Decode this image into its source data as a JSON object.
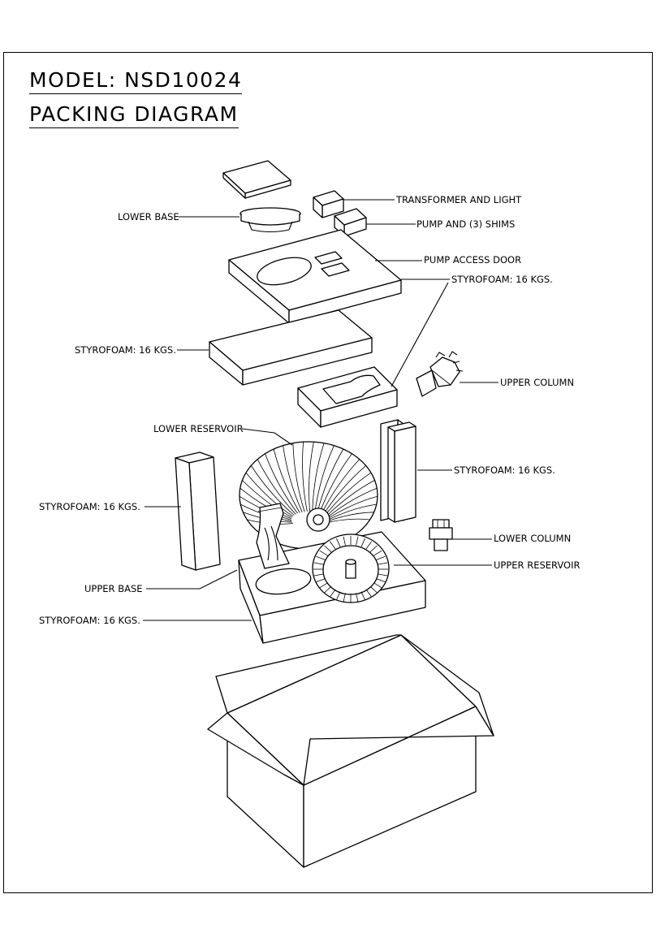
{
  "title": {
    "model": "MODEL: NSD10024",
    "subtitle": "PACKING DIAGRAM"
  },
  "labels": {
    "transformer_and_light": "TRANSFORMER AND LIGHT",
    "pump_and_shims": "PUMP AND (3) SHIMS",
    "lower_base": "LOWER BASE",
    "pump_access_door": "PUMP ACCESS DOOR",
    "styrofoam_top": "STYROFOAM: 16 KGS.",
    "styrofoam_left_slab": "STYROFOAM: 16 KGS.",
    "upper_column": "UPPER COLUMN",
    "lower_reservoir": "LOWER RESERVOIR",
    "styrofoam_right_post": "STYROFOAM: 16 KGS.",
    "styrofoam_left_post": "STYROFOAM: 16 KGS.",
    "lower_column": "LOWER COLUMN",
    "upper_reservoir": "UPPER RESERVOIR",
    "upper_base": "UPPER BASE",
    "styrofoam_bottom_tray": "STYROFOAM: 16 KGS."
  }
}
